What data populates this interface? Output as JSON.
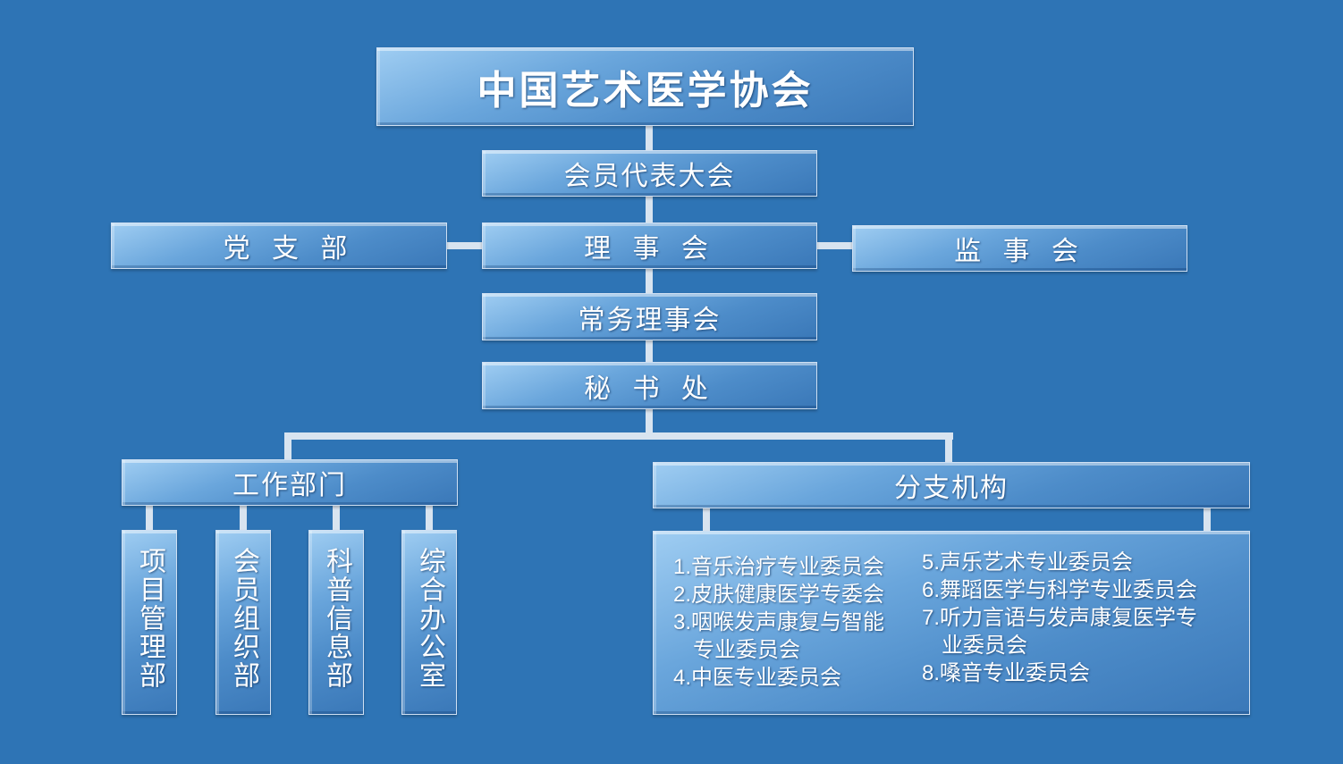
{
  "title": "中国艺术医学协会",
  "nodes": {
    "congress": "会员代表大会",
    "party": "党 支 部",
    "council": "理 事 会",
    "supervisors": "监 事 会",
    "standing": "常务理事会",
    "secretariat": "秘 书 处",
    "departments": "工作部门",
    "branches": "分支机构"
  },
  "departments": [
    "项目管理部",
    "会员组织部",
    "科普信息部",
    "综合办公室"
  ],
  "branches_left": [
    "1.音乐治疗专业委员会",
    "2.皮肤健康医学专委会",
    "3.咽喉发声康复与智能",
    "专业委员会",
    "4.中医专业委员会"
  ],
  "branches_right": [
    "5.声乐艺术专业委员会",
    "6.舞蹈医学与科学专业委员会",
    "7.听力言语与发声康复医学专",
    "业委员会",
    "8.嗓音专业委员会"
  ],
  "colors": {
    "background": "#2e74b5",
    "connector": "#d8e4f0"
  }
}
